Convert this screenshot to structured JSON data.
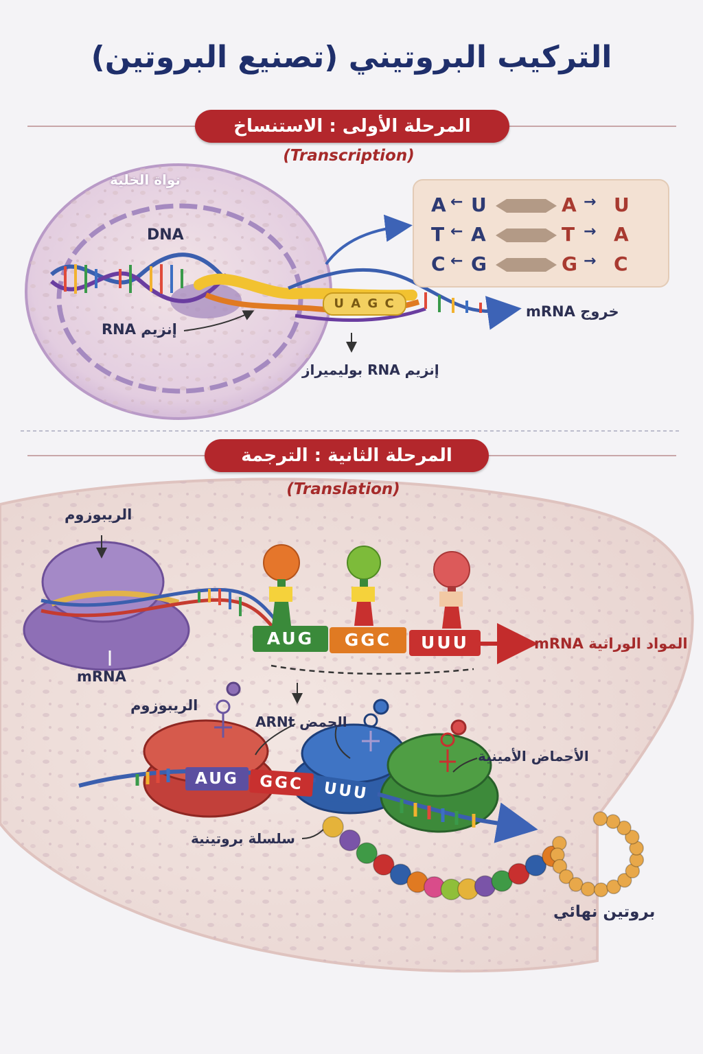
{
  "title": "التركيب البروتيني (تصنيع البروتين)",
  "stage1": {
    "banner": "المرحلة الأولى : الاستنساخ",
    "subtitle": "(Transcription)",
    "nucleus_label": "نواة الخلية",
    "dna_label": "DNA",
    "rna_enzyme_label": "إنزيم RNA",
    "bubble_bases": "U A G C",
    "polymerase_label": "إنزيم RNA بوليميراز",
    "mrna_exit_label": "خروج mRNA",
    "pairs": [
      {
        "left_a": "A",
        "left_b": "U",
        "right_a": "A",
        "right_b": "U"
      },
      {
        "left_a": "T",
        "left_b": "A",
        "right_a": "T",
        "right_b": "A"
      },
      {
        "left_a": "C",
        "left_b": "G",
        "right_a": "G",
        "right_b": "C"
      }
    ]
  },
  "stage2": {
    "banner": "المرحلة الثانية : الترجمة",
    "subtitle": "(Translation)",
    "ribosome_label_top": "الريبوزوم",
    "mrna_label": "mRNA",
    "codons": [
      "AUG",
      "GGC",
      "UUU"
    ],
    "genetic_material_label": "المواد الوراثية mRNA",
    "ribosome_label_bottom": "الريبوزوم",
    "trna_label": "الحمض ARNt",
    "amino_acids_label": "الأحماض الأمينية",
    "chain_label": "سلسلة بروتينية",
    "final_protein_label": "بروتين نهائي"
  },
  "colors": {
    "title": "#1f2f6b",
    "banner": "#b3272c",
    "nucleus": "#dcc7dc",
    "cytoplasm": "#efdedb",
    "codon_green": "#3a8a3a",
    "codon_orange": "#e07a22",
    "codon_red": "#c8302f"
  }
}
